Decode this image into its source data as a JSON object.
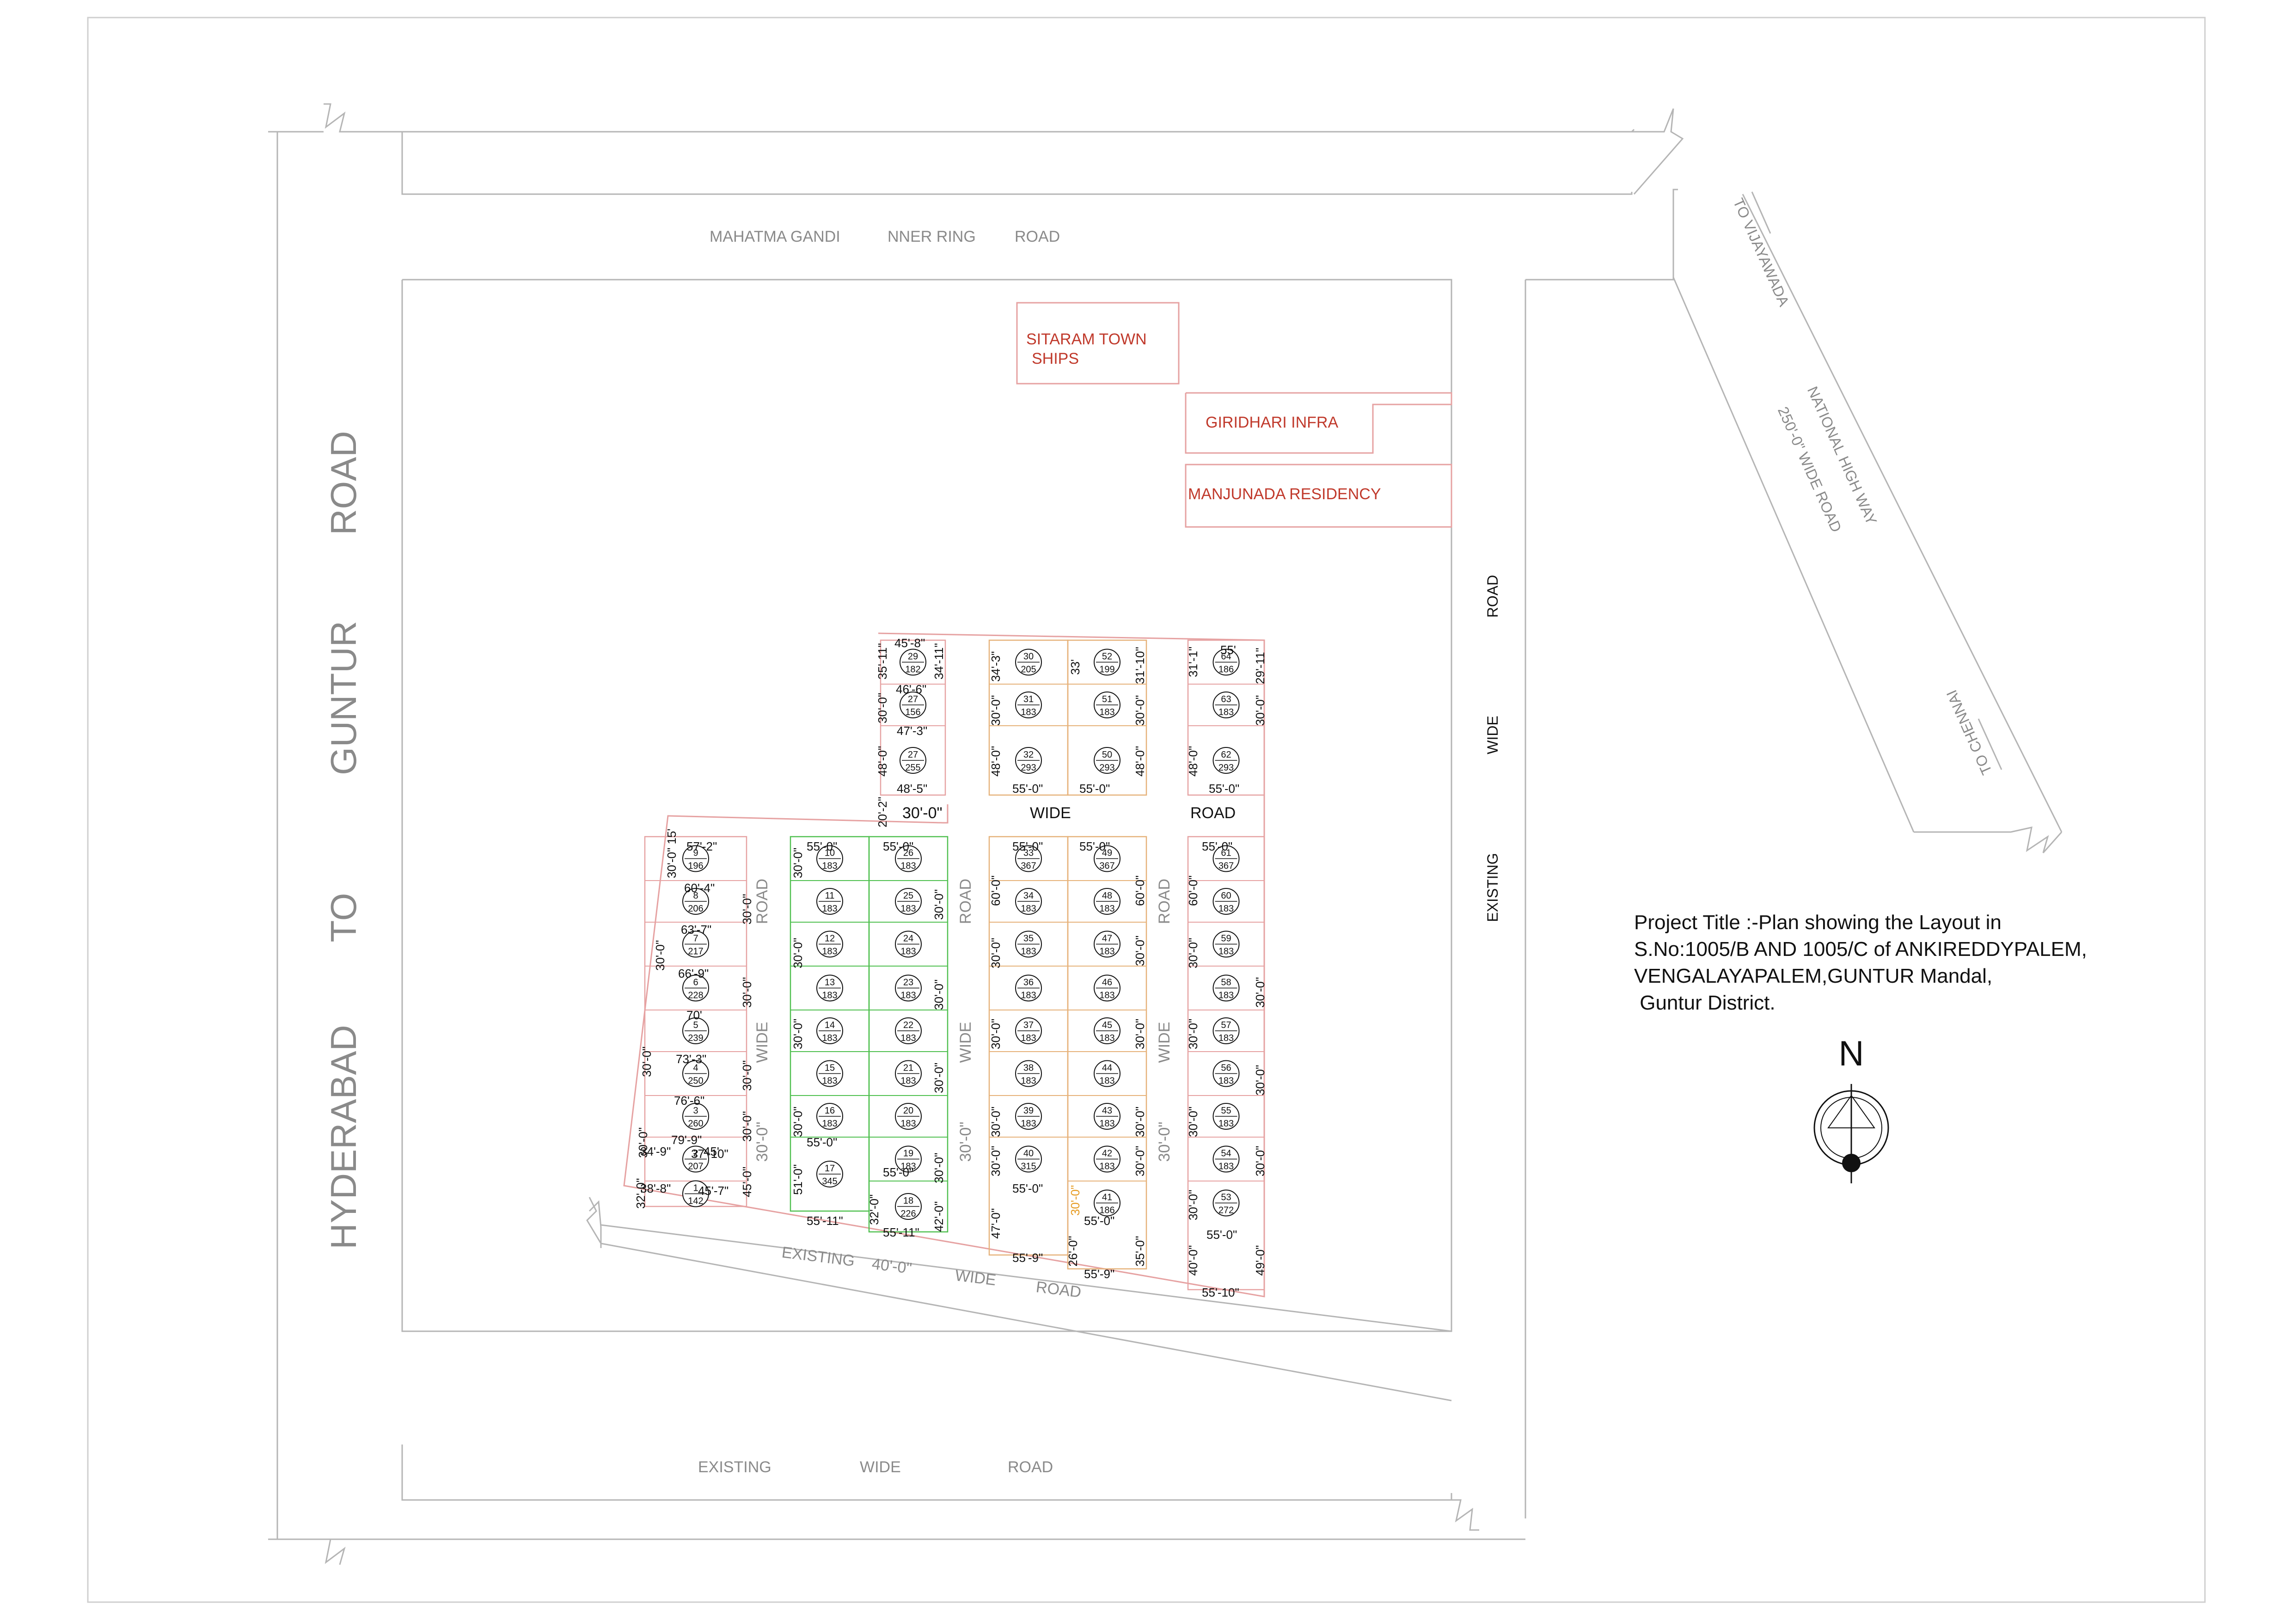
{
  "roads": {
    "north": [
      "MAHATMA GANDI",
      "NNER RING",
      "ROAD"
    ],
    "west": [
      "HYDERABAD",
      "TO",
      "GUNTUR",
      "ROAD"
    ],
    "south": [
      "EXISTING",
      "WIDE",
      "ROAD"
    ],
    "east": [
      "ROAD",
      "WIDE",
      "EXISTING"
    ],
    "diagonal": [
      "EXISTING",
      "40'-0\"",
      "WIDE",
      "ROAD"
    ],
    "highway": {
      "line1": "NATIONAL HIGH WAY",
      "line2": "250'-0\" WIDE ROAD",
      "to_north": "TO VIJAYAWADA",
      "to_south": "TO CHENNAI"
    },
    "internal_h": [
      "30'-0\"",
      "WIDE",
      "ROAD"
    ],
    "v1": [
      "ROAD",
      "WIDE",
      "30'-0\""
    ],
    "v2": [
      "ROAD",
      "WIDE",
      "30'-0\""
    ],
    "v3": [
      "ROAD",
      "WIDE",
      "30'-0\""
    ]
  },
  "neighbors": [
    "SITARAM TOWN",
    "SHIPS",
    "GIRIDHARI INFRA",
    "MANJUNADA RESIDENCY"
  ],
  "project": {
    "line1": "Project Title :-Plan showing the  Layout in",
    "line2": "S.No:1005/B AND 1005/C of ANKIREDDYPALEM,",
    "line3": "VENGALAYAPALEM,GUNTUR Mandal,",
    "line4": " Guntur District."
  },
  "north_label": "N",
  "colors": {
    "block_a": "#e6a2a2",
    "block_b": "#49b7c6",
    "block_c": "#50c050",
    "block_d": "#e6b27a",
    "neighbor": "#c0392b"
  },
  "plots": {
    "block_a": [
      [
        "9",
        "196"
      ],
      [
        "8",
        "206"
      ],
      [
        "7",
        "217"
      ],
      [
        "6",
        "228"
      ],
      [
        "5",
        "239"
      ],
      [
        "4",
        "250"
      ],
      [
        "3",
        "260"
      ],
      [
        "2",
        "207"
      ],
      [
        "1",
        "142"
      ]
    ],
    "block_b_left": [
      [
        "10",
        "183"
      ],
      [
        "11",
        "183"
      ],
      [
        "12",
        "183"
      ],
      [
        "13",
        "183"
      ],
      [
        "14",
        "183"
      ],
      [
        "15",
        "183"
      ],
      [
        "16",
        "183"
      ],
      [
        "17",
        "345"
      ]
    ],
    "block_b_right": [
      [
        "26",
        "183"
      ],
      [
        "25",
        "183"
      ],
      [
        "24",
        "183"
      ],
      [
        "23",
        "183"
      ],
      [
        "22",
        "183"
      ],
      [
        "21",
        "183"
      ],
      [
        "20",
        "183"
      ],
      [
        "19",
        "183"
      ],
      [
        "18",
        "226"
      ]
    ],
    "block_top_a": [
      [
        "29",
        "182"
      ],
      [
        "27",
        "156"
      ],
      [
        "27",
        "255"
      ]
    ],
    "block_c_top_left": [
      [
        "30",
        "205"
      ],
      [
        "31",
        "183"
      ],
      [
        "32",
        "293"
      ]
    ],
    "block_c_top_right": [
      [
        "52",
        "199"
      ],
      [
        "51",
        "183"
      ],
      [
        "50",
        "293"
      ]
    ],
    "block_c_left": [
      [
        "33",
        "367"
      ],
      [
        "34",
        "183"
      ],
      [
        "35",
        "183"
      ],
      [
        "36",
        "183"
      ],
      [
        "37",
        "183"
      ],
      [
        "38",
        "183"
      ],
      [
        "39",
        "183"
      ],
      [
        "40",
        "315"
      ]
    ],
    "block_c_right": [
      [
        "49",
        "367"
      ],
      [
        "48",
        "183"
      ],
      [
        "47",
        "183"
      ],
      [
        "46",
        "183"
      ],
      [
        "45",
        "183"
      ],
      [
        "44",
        "183"
      ],
      [
        "43",
        "183"
      ],
      [
        "42",
        "183"
      ],
      [
        "41",
        "186"
      ]
    ],
    "block_d_top": [
      [
        "64",
        "186"
      ],
      [
        "63",
        "183"
      ],
      [
        "62",
        "293"
      ]
    ],
    "block_d": [
      [
        "61",
        "367"
      ],
      [
        "60",
        "183"
      ],
      [
        "59",
        "183"
      ],
      [
        "58",
        "183"
      ],
      [
        "57",
        "183"
      ],
      [
        "56",
        "183"
      ],
      [
        "55",
        "183"
      ],
      [
        "54",
        "183"
      ],
      [
        "53",
        "272"
      ]
    ]
  },
  "dims": {
    "a": [
      "57'-2\"",
      "60'-4\"",
      "63'-7\"",
      "66'-9\"",
      "70'",
      "73'-3\"",
      "76'-6\"",
      "79'-9\"",
      "34'-9\"",
      "45'",
      "37'-10\"",
      "38'-8\"",
      "45'-7\"",
      "30'-0\" 15'",
      "30'-0\"",
      "30'-0\"",
      "30'-0\"",
      "30'-0\"",
      "30'-0\"",
      "30'-0\"",
      "32'-0\"",
      "45'-0\"",
      "30'-0\""
    ],
    "b": [
      "55'-0\"",
      "55'-0\"",
      "55'-0\"",
      "55'-0\"",
      "55'-11\"",
      "55'-11\"",
      "32'-0\"",
      "42'-0\"",
      "51'-0\"",
      "30'-0\"",
      "30'-0\"",
      "30'-0\"",
      "30'-0\"",
      "30'-0\"",
      "30'-0\"",
      "30'-0\"",
      "30'-0\"",
      "20'-2\""
    ],
    "top": [
      "45'-8\"",
      "46'-6\"",
      "47'-3\"",
      "48'-5\"",
      "35'-11\"",
      "34'-11\"",
      "30'-0\"",
      "48'-0\"",
      "34'-3\"",
      "33'",
      "31'-10\"",
      "30'-0\"",
      "30'-0\"",
      "48'-0\"",
      "48'-0\"",
      "55'-0\"",
      "55'-0\"",
      "31'-1\"",
      "55'",
      "29'-11\"",
      "30'-0\"",
      "48'-0\"",
      "55'-0\""
    ],
    "c": [
      "55'-0\"",
      "55'-0\"",
      "60'-0\"",
      "60'-0\"",
      "30'-0\"",
      "30'-0\"",
      "30'-0\"",
      "30'-0\"",
      "30'-0\"",
      "30'-0\"",
      "30'-0\"",
      "30'-0\"",
      "55'-0\"",
      "30'-0\"",
      "55'-0\"",
      "47'-0\"",
      "26'-0\"",
      "35'-0\"",
      "55'-9\"",
      "55'-9\""
    ],
    "d": [
      "55'-0\"",
      "60'-0\"",
      "30'-0\"",
      "30'-0\"",
      "30'-0\"",
      "30'-0\"",
      "30'-0\"",
      "30'-0\"",
      "30'-0\"",
      "55'-0\"",
      "40'-0\"",
      "49'-0\"",
      "55'-10\""
    ]
  }
}
